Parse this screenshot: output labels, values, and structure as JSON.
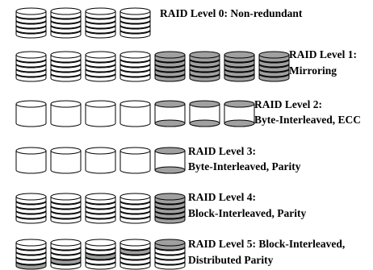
{
  "colors": {
    "light": "#ffffff",
    "dark": "#a0a0a0",
    "stroke": "#000000"
  },
  "rows": [
    {
      "label_lines": [
        "RAID Level 0: Non-redundant"
      ],
      "disks": [
        {
          "bands": [
            "L",
            "L",
            "L",
            "L",
            "L"
          ]
        },
        {
          "bands": [
            "L",
            "L",
            "L",
            "L",
            "L"
          ]
        },
        {
          "bands": [
            "L",
            "L",
            "L",
            "L",
            "L"
          ]
        },
        {
          "bands": [
            "L",
            "L",
            "L",
            "L",
            "L"
          ]
        }
      ]
    },
    {
      "label_lines": [
        "RAID Level 1:",
        "Mirroring"
      ],
      "disks": [
        {
          "bands": [
            "L",
            "L",
            "L",
            "L",
            "L"
          ]
        },
        {
          "bands": [
            "L",
            "L",
            "L",
            "L",
            "L"
          ]
        },
        {
          "bands": [
            "L",
            "L",
            "L",
            "L",
            "L"
          ]
        },
        {
          "bands": [
            "L",
            "L",
            "L",
            "L",
            "L"
          ]
        },
        {
          "bands": [
            "D",
            "D",
            "D",
            "D",
            "D"
          ]
        },
        {
          "bands": [
            "D",
            "D",
            "D",
            "D",
            "D"
          ]
        },
        {
          "bands": [
            "D",
            "D",
            "D",
            "D",
            "D"
          ]
        },
        {
          "bands": [
            "D",
            "D",
            "D",
            "D",
            "D"
          ]
        }
      ]
    },
    {
      "label_lines": [
        "RAID Level 2:",
        "Byte-Interleaved, ECC"
      ],
      "disks": [
        {
          "bands": [
            "L"
          ]
        },
        {
          "bands": [
            "L"
          ]
        },
        {
          "bands": [
            "L"
          ]
        },
        {
          "bands": [
            "L"
          ]
        },
        {
          "bands": [
            "D"
          ]
        },
        {
          "bands": [
            "D"
          ]
        },
        {
          "bands": [
            "D"
          ]
        }
      ]
    },
    {
      "label_lines": [
        "RAID Level 3:",
        "Byte-Interleaved, Parity"
      ],
      "disks": [
        {
          "bands": [
            "L"
          ]
        },
        {
          "bands": [
            "L"
          ]
        },
        {
          "bands": [
            "L"
          ]
        },
        {
          "bands": [
            "L"
          ]
        },
        {
          "bands": [
            "D"
          ]
        }
      ]
    },
    {
      "label_lines": [
        "RAID Level 4:",
        "Block-Interleaved, Parity"
      ],
      "disks": [
        {
          "bands": [
            "L",
            "L",
            "L",
            "L",
            "L"
          ]
        },
        {
          "bands": [
            "L",
            "L",
            "L",
            "L",
            "L"
          ]
        },
        {
          "bands": [
            "L",
            "L",
            "L",
            "L",
            "L"
          ]
        },
        {
          "bands": [
            "L",
            "L",
            "L",
            "L",
            "L"
          ]
        },
        {
          "bands": [
            "D",
            "D",
            "D",
            "D",
            "D"
          ]
        }
      ]
    },
    {
      "label_lines": [
        "RAID Level 5: Block-Interleaved,",
        "Distributed Parity"
      ],
      "disks": [
        {
          "bands": [
            "L",
            "L",
            "L",
            "L",
            "D"
          ]
        },
        {
          "bands": [
            "L",
            "L",
            "L",
            "D",
            "L"
          ]
        },
        {
          "bands": [
            "L",
            "L",
            "D",
            "L",
            "L"
          ]
        },
        {
          "bands": [
            "L",
            "D",
            "L",
            "L",
            "L"
          ]
        },
        {
          "bands": [
            "D",
            "L",
            "L",
            "L",
            "L"
          ]
        }
      ]
    }
  ]
}
